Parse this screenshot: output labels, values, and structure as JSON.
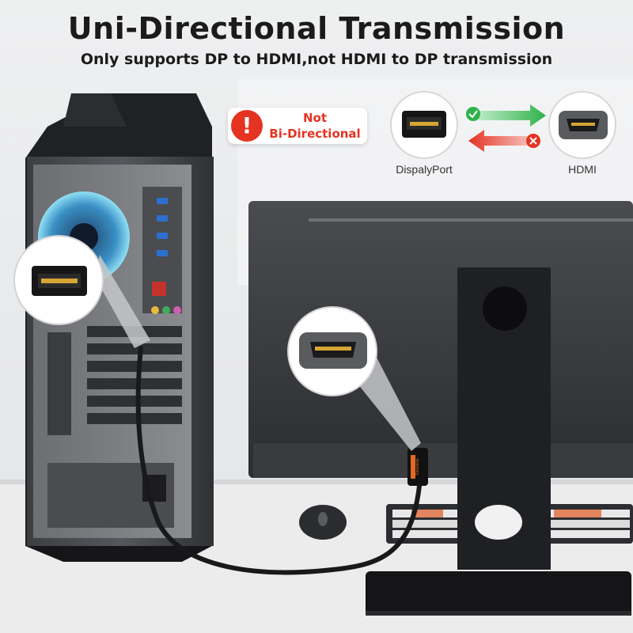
{
  "header": {
    "title": "Uni-Directional Transmission",
    "subtitle": "Only supports DP to HDMI,not HDMI to DP transmission"
  },
  "warning": {
    "line1": "Not",
    "line2": "Bi-Directional",
    "icon": "exclamation-icon",
    "symbol": "!"
  },
  "diagram": {
    "left_label": "DispalyPort",
    "right_label": "HDMI",
    "forward_icon": "check-icon",
    "backward_icon": "cross-icon"
  },
  "cable": {
    "brand": "Snowkids"
  },
  "colors": {
    "accent_red": "#e53322",
    "accent_green": "#2fb24a",
    "title_text": "#1b1b1b"
  }
}
